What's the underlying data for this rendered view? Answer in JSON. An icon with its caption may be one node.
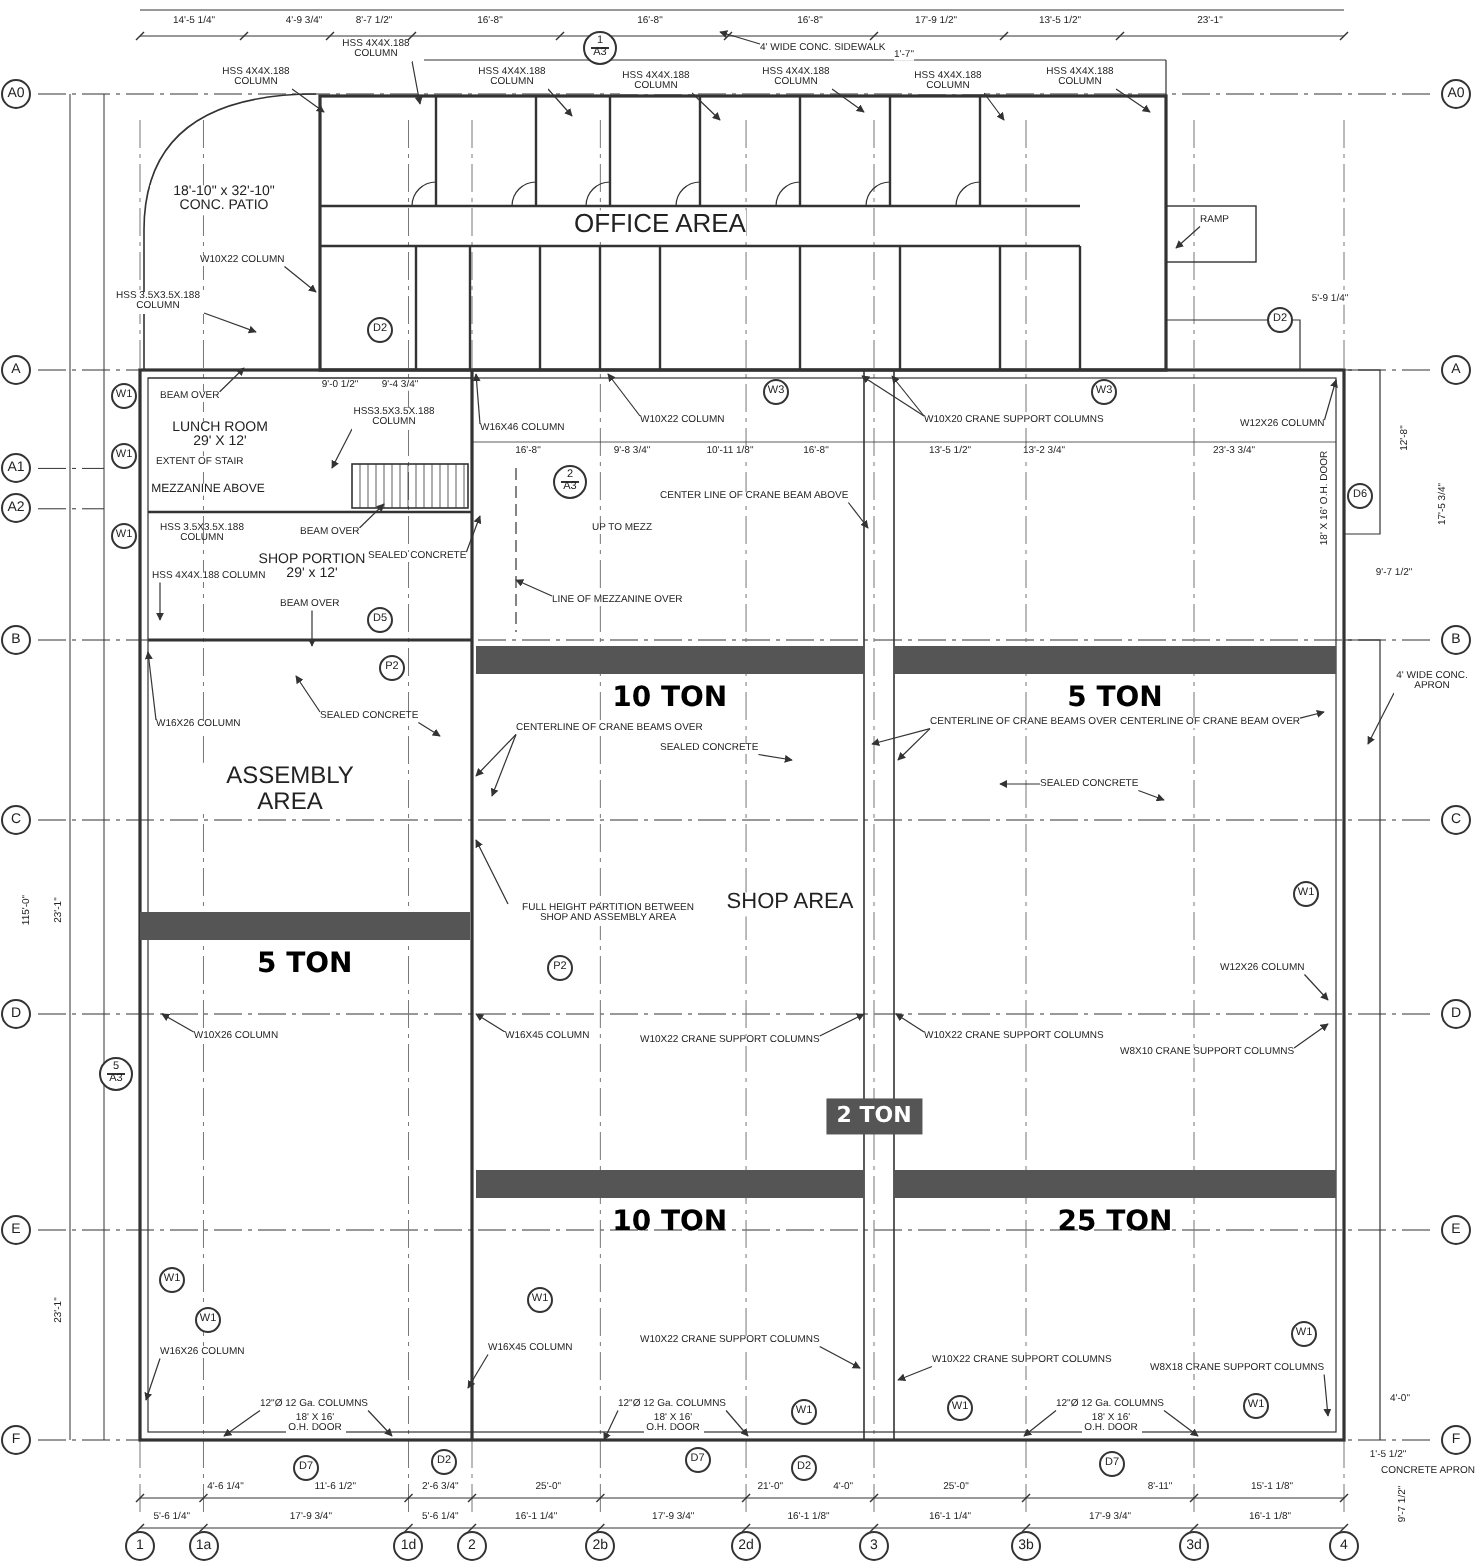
{
  "diagram": {
    "nodes": [
      {
        "text": [
          "OFFICE AREA"
        ]
      },
      {
        "text": [
          "LUNCH ROOM",
          "29' X 12'"
        ]
      },
      {
        "text": [
          "MEZZANINE ABOVE"
        ]
      },
      {
        "text": [
          "SHOP PORTION",
          "29' x 12'"
        ]
      },
      {
        "text": [
          "ASSEMBLY AREA"
        ]
      },
      {
        "text": [
          "SHOP AREA"
        ]
      },
      {
        "text": [
          "2 TON"
        ]
      },
      {
        "text": [
          "HSS 4X4X.188 COLUMN"
        ]
      },
      {
        "text": [
          "HSS 4X4X.188 COLUMN"
        ]
      },
      {
        "text": [
          "HSS 4X4X.188 COLUMN"
        ]
      },
      {
        "text": [
          "HSS 4X4X.188 COLUMN"
        ]
      },
      {
        "text": [
          "HSS 4X4X.188 COLUMN"
        ]
      },
      {
        "text": [
          "HSS 4X4X.188 COLUMN"
        ]
      },
      {
        "text": [
          "HSS 4X4X.188 COLUMN"
        ]
      },
      {
        "text": [
          "4' WIDE CONC. SIDEWALK"
        ]
      },
      {
        "text": [
          "RAMP"
        ]
      },
      {
        "text": [
          "W10X22 COLUMN"
        ]
      },
      {
        "text": [
          "HSS 3.5X3.5X.188 COLUMN"
        ]
      },
      {
        "text": [
          "BEAM OVER"
        ]
      },
      {
        "text": [
          "HSS3.5X3.5X.188 COLUMN"
        ]
      },
      {
        "text": [
          "W16X46 COLUMN"
        ]
      },
      {
        "text": [
          "W10X22 COLUMN"
        ]
      },
      {
        "text": [
          "W10X20 CRANE SUPPORT COLUMNS"
        ]
      },
      {
        "text": [
          "W12X26 COLUMN"
        ]
      },
      {
        "text": [
          "BEAM OVER"
        ]
      },
      {
        "text": [
          "SEALED CONCRETE"
        ]
      },
      {
        "text": [
          "LINE OF MEZZANINE OVER"
        ]
      },
      {
        "text": [
          "BEAM OVER"
        ]
      },
      {
        "text": [
          "HSS 4X4X.188 COLUMN"
        ]
      },
      {
        "text": [
          "W16X26 COLUMN"
        ]
      },
      {
        "text": [
          "CENTER LINE OF CRANE BEAM ABOVE"
        ]
      },
      {
        "text": [
          "CENTERLINE OF CRANE BEAMS OVER"
        ]
      },
      {
        "text": [
          "SEALED CONCRETE"
        ]
      },
      {
        "text": [
          "CENTERLINE OF CRANE BEAMS OVER"
        ]
      },
      {
        "text": [
          "CENTERLINE OF CRANE BEAM OVER"
        ]
      },
      {
        "text": [
          "SEALED CONCRETE"
        ]
      },
      {
        "text": [
          "SEALED CONCRETE"
        ]
      },
      {
        "text": [
          "4' WIDE CONC. APRON"
        ]
      },
      {
        "text": [
          "FULL HEIGHT PARTITION BETWEEN SHOP AND ASSEMBLY AREA"
        ]
      },
      {
        "text": [
          "W12X26 COLUMN"
        ]
      },
      {
        "text": [
          "W10X26 COLUMN"
        ]
      },
      {
        "text": [
          "W16X45 COLUMN"
        ]
      },
      {
        "text": [
          "W10X22 CRANE SUPPORT COLUMNS"
        ]
      },
      {
        "text": [
          "W10X22 CRANE SUPPORT COLUMNS"
        ]
      },
      {
        "text": [
          "W8X10 CRANE SUPPORT COLUMNS"
        ]
      },
      {
        "text": [
          "W16X26 COLUMN"
        ]
      },
      {
        "text": [
          "12\"Ø 12 Ga. COLUMNS"
        ]
      },
      {
        "text": [
          "W16X45 COLUMN"
        ]
      },
      {
        "text": [
          "12\"Ø 12 Ga. COLUMNS"
        ]
      },
      {
        "text": [
          "W10X22 CRANE SUPPORT COLUMNS"
        ]
      },
      {
        "text": [
          "W10X22 CRANE SUPPORT COLUMNS"
        ]
      },
      {
        "text": [
          "W8X18 CRANE SUPPORT COLUMNS"
        ]
      },
      {
        "text": [
          "12\"Ø 12 Ga. COLUMNS"
        ]
      },
      {
        "text": [
          "D2"
        ]
      },
      {
        "text": [
          "W1"
        ]
      },
      {
        "text": [
          "W1"
        ]
      },
      {
        "text": [
          "W1"
        ]
      },
      {
        "text": [
          "W3"
        ]
      },
      {
        "text": [
          "W3"
        ]
      },
      {
        "text": [
          "D2"
        ]
      },
      {
        "text": [
          "D6"
        ]
      },
      {
        "text": [
          "D5"
        ]
      },
      {
        "text": [
          "P2"
        ]
      },
      {
        "text": [
          "P2"
        ]
      },
      {
        "text": [
          "W1"
        ]
      },
      {
        "text": [
          "W1"
        ]
      },
      {
        "text": [
          "W1"
        ]
      },
      {
        "text": [
          "W1"
        ]
      },
      {
        "text": [
          "W1"
        ]
      },
      {
        "text": [
          "W1"
        ]
      },
      {
        "text": [
          "W1"
        ]
      },
      {
        "text": [
          "W1"
        ]
      },
      {
        "text": [
          "D7"
        ]
      },
      {
        "text": [
          "D2"
        ]
      },
      {
        "text": [
          "D7"
        ]
      },
      {
        "text": [
          "D2"
        ]
      },
      {
        "text": [
          "D7"
        ]
      },
      {
        "text": [
          "1",
          "A3"
        ]
      },
      {
        "text": [
          "2",
          "A3"
        ]
      },
      {
        "text": [
          "5",
          "A3"
        ]
      },
      {
        "text": [
          "A0"
        ]
      },
      {
        "text": [
          "A0"
        ]
      },
      {
        "text": [
          "A"
        ]
      },
      {
        "text": [
          "A"
        ]
      },
      {
        "text": [
          "A1"
        ]
      },
      {
        "text": [
          "A2"
        ]
      },
      {
        "text": [
          "B"
        ]
      },
      {
        "text": [
          "B"
        ]
      },
      {
        "text": [
          "C"
        ]
      },
      {
        "text": [
          "C"
        ]
      },
      {
        "text": [
          "D"
        ]
      },
      {
        "text": [
          "D"
        ]
      },
      {
        "text": [
          "E"
        ]
      },
      {
        "text": [
          "E"
        ]
      },
      {
        "text": [
          "F"
        ]
      },
      {
        "text": [
          "F"
        ]
      },
      {
        "text": [
          "1"
        ]
      },
      {
        "text": [
          "1a"
        ]
      },
      {
        "text": [
          "1d"
        ]
      },
      {
        "text": [
          "2"
        ]
      },
      {
        "text": [
          "2b"
        ]
      },
      {
        "text": [
          "2d"
        ]
      },
      {
        "text": [
          "3"
        ]
      },
      {
        "text": [
          "3b"
        ]
      },
      {
        "text": [
          "3d"
        ]
      },
      {
        "text": [
          "4"
        ]
      },
      {
        "text": [],
        "shape": "bar",
        "beside": [
          "10 TON"
        ]
      },
      {
        "text": [],
        "shape": "bar",
        "beside": [
          "5 TON"
        ]
      },
      {
        "text": [],
        "shape": "bar",
        "beside": [
          "5 TON"
        ]
      },
      {
        "text": [],
        "shape": "bar",
        "beside": [
          "10 TON"
        ]
      },
      {
        "text": [],
        "shape": "bar",
        "beside": [
          "25 TON"
        ]
      }
    ],
    "edges": [
      {
        "from": 7,
        "to": null,
        "arrow": "to"
      },
      {
        "from": 8,
        "to": null,
        "arrow": "to"
      },
      {
        "from": 9,
        "to": null,
        "arrow": "to"
      },
      {
        "from": 10,
        "to": null,
        "arrow": "to"
      },
      {
        "from": 11,
        "to": null,
        "arrow": "to"
      },
      {
        "from": 12,
        "to": null,
        "arrow": "to"
      },
      {
        "from": 13,
        "to": null,
        "arrow": "to"
      },
      {
        "from": 14,
        "to": null,
        "arrow": "to"
      },
      {
        "from": 15,
        "to": null,
        "arrow": "to"
      },
      {
        "from": 16,
        "to": null,
        "arrow": "to"
      },
      {
        "from": 17,
        "to": null,
        "arrow": "to"
      },
      {
        "from": 18,
        "to": null,
        "arrow": "to"
      },
      {
        "from": 19,
        "to": null,
        "arrow": "to"
      },
      {
        "from": 20,
        "to": null,
        "arrow": "to"
      },
      {
        "from": 21,
        "to": null,
        "arrow": "to"
      },
      {
        "from": 22,
        "to": null,
        "arrow": "to"
      },
      {
        "from": 22,
        "to": null,
        "arrow": "to"
      },
      {
        "from": 23,
        "to": null,
        "arrow": "to"
      },
      {
        "from": 24,
        "to": null,
        "arrow": "to"
      },
      {
        "from": 25,
        "to": null,
        "arrow": "to"
      },
      {
        "from": 26,
        "to": null,
        "arrow": "to"
      },
      {
        "from": 27,
        "to": null,
        "arrow": "to"
      },
      {
        "from": 28,
        "to": null,
        "arrow": "to"
      },
      {
        "from": 29,
        "to": null,
        "arrow": "to"
      },
      {
        "from": 30,
        "to": null,
        "arrow": "to"
      },
      {
        "from": 31,
        "to": null,
        "arrow": "to"
      },
      {
        "from": 31,
        "to": null,
        "arrow": "to"
      },
      {
        "from": 32,
        "to": null,
        "arrow": "to"
      },
      {
        "from": 33,
        "to": null,
        "arrow": "to"
      },
      {
        "from": 33,
        "to": null,
        "arrow": "to"
      },
      {
        "from": 34,
        "to": null,
        "arrow": "to"
      },
      {
        "from": 35,
        "to": null,
        "arrow": "to"
      },
      {
        "from": 35,
        "to": null,
        "arrow": "to"
      },
      {
        "from": 36,
        "to": null,
        "arrow": "to"
      },
      {
        "from": 36,
        "to": null,
        "arrow": "to"
      },
      {
        "from": 37,
        "to": null,
        "arrow": "to"
      },
      {
        "from": 38,
        "to": null,
        "arrow": "to"
      },
      {
        "from": 39,
        "to": null,
        "arrow": "to"
      },
      {
        "from": 40,
        "to": null,
        "arrow": "to"
      },
      {
        "from": 41,
        "to": null,
        "arrow": "to"
      },
      {
        "from": 42,
        "to": null,
        "arrow": "to"
      },
      {
        "from": 43,
        "to": null,
        "arrow": "to"
      },
      {
        "from": 44,
        "to": null,
        "arrow": "to"
      },
      {
        "from": 45,
        "to": null,
        "arrow": "to"
      },
      {
        "from": 46,
        "to": null,
        "arrow": "to"
      },
      {
        "from": 46,
        "to": null,
        "arrow": "to"
      },
      {
        "from": 47,
        "to": null,
        "arrow": "to"
      },
      {
        "from": 48,
        "to": null,
        "arrow": "to"
      },
      {
        "from": 48,
        "to": null,
        "arrow": "to"
      },
      {
        "from": 49,
        "to": null,
        "arrow": "to"
      },
      {
        "from": 50,
        "to": null,
        "arrow": "to"
      },
      {
        "from": 51,
        "to": null,
        "arrow": "to"
      },
      {
        "from": 52,
        "to": null,
        "arrow": "to"
      },
      {
        "from": 52,
        "to": null,
        "arrow": "to"
      }
    ],
    "labels": [
      "14'-5 1/4\"",
      "4'-9 3/4\"",
      "8'-7 1/2\"",
      "16'-8\"",
      "16'-8\"",
      "16'-8\"",
      "17'-9 1/2\"",
      "13'-5 1/2\"",
      "23'-1\"",
      "1'-7\"",
      "18'-10\" x 32'-10\" CONC. PATIO",
      "5'-9 1/4\"",
      "9'-0 1/2\"",
      "9'-4 3/4\"",
      "16'-8\"",
      "9'-8 3/4\"",
      "10'-11 1/8\"",
      "16'-8\"",
      "13'-5 1/2\"",
      "13'-2 3/4\"",
      "23'-3 3/4\"",
      "12'-8\"",
      "EXTENT OF STAIR",
      "UP TO MEZZ",
      "18' X 16' O.H. DOOR",
      "17'-5 3/4\"",
      "9'-7 1/2\"",
      "115'-0\"",
      "23'-1\"",
      "23'-1\"",
      "4'-0\"",
      "18' X 16' O.H. DOOR",
      "18' X 16' O.H. DOOR",
      "18' X 16' O.H. DOOR",
      "1'-5 1/2\"",
      "CONCRETE APRON",
      "4'-6 1/4\"",
      "11'-6 1/2\"",
      "2'-6 3/4\"",
      "25'-0\"",
      "21'-0\"",
      "4'-0\"",
      "25'-0\"",
      "8'-11\"",
      "15'-1 1/8\"",
      "5'-6 1/4\"",
      "17'-9 3/4\"",
      "5'-6 1/4\"",
      "16'-1 1/4\"",
      "17'-9 3/4\"",
      "16'-1 1/8\"",
      "16'-1 1/4\"",
      "17'-9 3/4\"",
      "16'-1 1/8\"",
      "9'-7 1/2\"",
      "HSS 3.5X3.5X.188 COLUMN"
    ]
  }
}
